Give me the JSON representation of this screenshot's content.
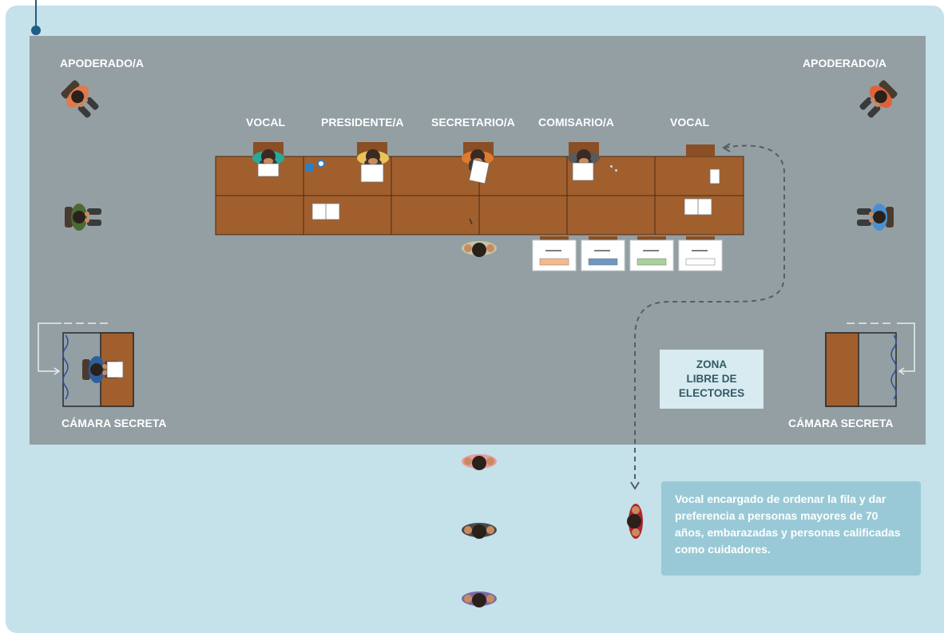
{
  "labels": {
    "apoderado_left": "APODERADO/A",
    "apoderado_right": "APODERADO/A",
    "vocal_1": "VOCAL",
    "presidente": "PRESIDENTE/A",
    "secretario": "SECRETARIO/A",
    "comisario": "COMISARIO/A",
    "vocal_2": "VOCAL",
    "camara_left": "CÁMARA SECRETA",
    "camara_right": "CÁMARA SECRETA"
  },
  "zone": {
    "line1": "ZONA",
    "line2": "LIBRE DE",
    "line3": "ELECTORES"
  },
  "note": "Vocal encargado de ordenar la fila y dar preferencia a personas mayores de 70 años, embarazadas y personas calificadas como cuidadores.",
  "colors": {
    "background": "#c5e1e9",
    "room": "#939fa3",
    "table": "#a15f2e",
    "accent": "#1f5c86",
    "urn_orange": "#f4b98c",
    "urn_blue": "#6e97c1",
    "urn_green": "#a8d19c",
    "urn_white": "#ffffff"
  }
}
